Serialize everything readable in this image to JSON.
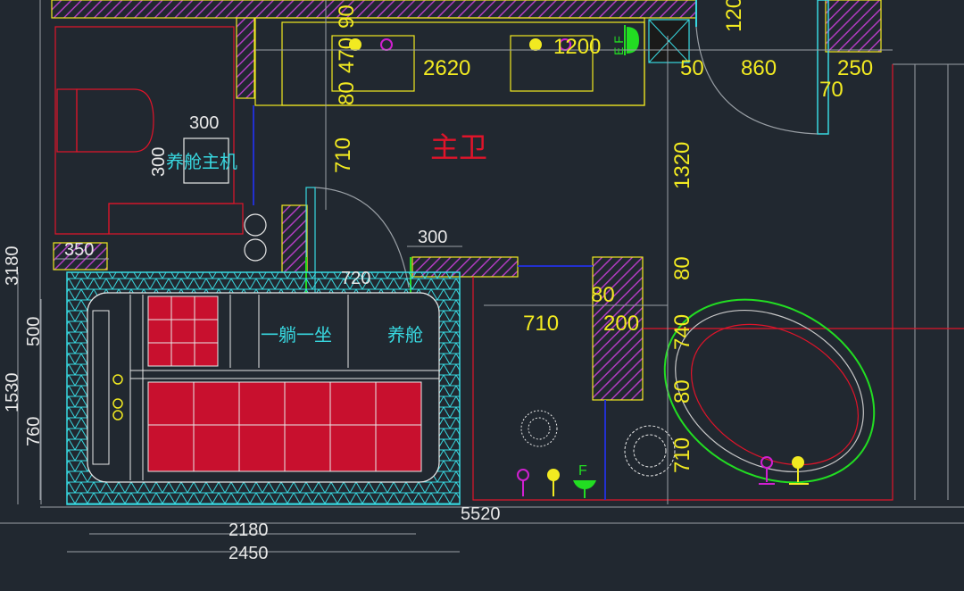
{
  "room_label": "主卫",
  "labels": {
    "pod_host": "养舱主机",
    "lie_sit": "一躺一坐",
    "pod": "养舱",
    "fixture_f": "F",
    "fixture_ef": "E F"
  },
  "dims_yellow": {
    "d90": "90",
    "d470": "470",
    "d80a": "80",
    "d2620": "2620",
    "d1200": "1200",
    "d120": "120",
    "d50": "50",
    "d860": "860",
    "d250": "250",
    "d70": "70",
    "d710a": "710",
    "d1320": "1320",
    "d300b": "300",
    "d720": "720",
    "d80b": "80",
    "d80c": "80",
    "d710b": "710",
    "d200": "200",
    "d740": "740",
    "d80d": "80",
    "d710c": "710"
  },
  "dims_white": {
    "d300a": "300",
    "d300v": "300",
    "d3180": "3180",
    "d350": "350",
    "d500": "500",
    "d1530": "1530",
    "d760": "760",
    "d5520": "5520",
    "d2180": "2180",
    "d2450": "2450"
  },
  "colors": {
    "background": "#212830",
    "wall_hatch": "#b03cc0",
    "fixture_yellow": "#f2ea21",
    "tile_red": "#c8102e",
    "tile_cyan": "#38d8e0",
    "outline_red": "#e0142a",
    "tub_green": "#22dd22"
  }
}
